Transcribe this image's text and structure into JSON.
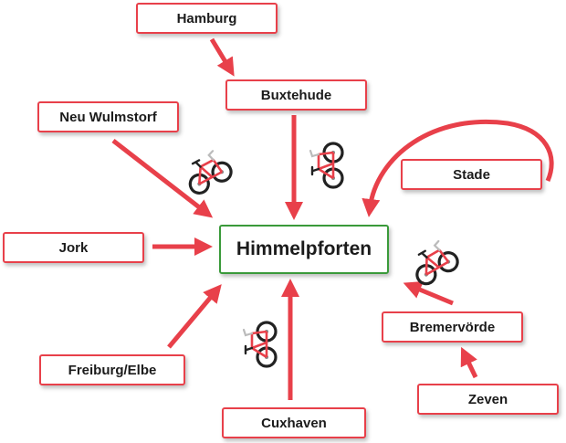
{
  "center": {
    "label": "Himmelpforten"
  },
  "nodes": {
    "hamburg": "Hamburg",
    "buxtehude": "Buxtehude",
    "neu_wulmstorf": "Neu Wulmstorf",
    "stade": "Stade",
    "jork": "Jork",
    "bremervoerde": "Bremervörde",
    "freiburg_elbe": "Freiburg/Elbe",
    "zeven": "Zeven",
    "cuxhaven": "Cuxhaven"
  },
  "edges": [
    {
      "from": "Hamburg",
      "to": "Buxtehude"
    },
    {
      "from": "Buxtehude",
      "to": "Himmelpforten"
    },
    {
      "from": "Neu Wulmstorf",
      "to": "Himmelpforten"
    },
    {
      "from": "Stade",
      "to": "Himmelpforten"
    },
    {
      "from": "Jork",
      "to": "Himmelpforten"
    },
    {
      "from": "Freiburg/Elbe",
      "to": "Himmelpforten"
    },
    {
      "from": "Cuxhaven",
      "to": "Himmelpforten"
    },
    {
      "from": "Zeven",
      "to": "Bremervörde"
    },
    {
      "from": "Bremervörde",
      "to": "Himmelpforten"
    }
  ],
  "colors": {
    "node_border": "#e8404a",
    "center_border": "#3a9a3a",
    "arrow": "#e8404a",
    "bicycle": "#e8404a"
  },
  "icons": [
    "bicycle-icon"
  ]
}
